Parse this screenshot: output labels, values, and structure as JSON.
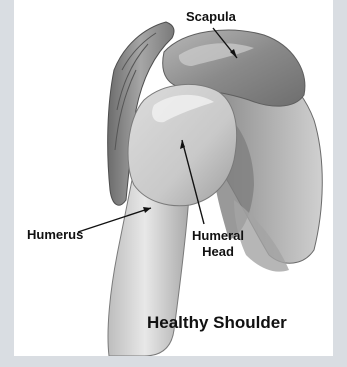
{
  "labels": {
    "scapula": "Scapula",
    "humerus": "Humerus",
    "humeral_head_line1": "Humeral",
    "humeral_head_line2": "Head"
  },
  "caption": "Healthy Shoulder",
  "colors": {
    "outer_border": "#d9dde2",
    "panel_background": "#ffffff",
    "bone_light": "#e6e6e6",
    "bone_shadow": "#9a9a9a",
    "scapula_dark": "#7d7d7d",
    "muscle": "#8f8f8f",
    "label_text": "#111111"
  }
}
